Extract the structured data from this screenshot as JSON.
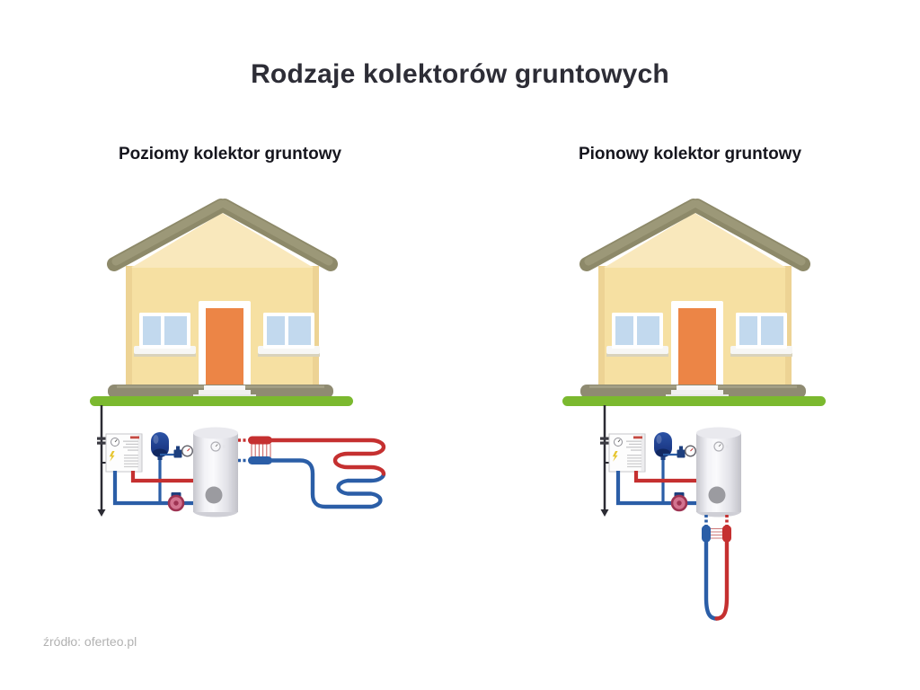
{
  "title": "Rodzaje kolektorów gruntowych",
  "panels": [
    {
      "id": "horizontal",
      "label": "Poziomy kolektor gruntowy",
      "components": [
        "ground-rod",
        "heat-pump-unit",
        "expansion-vessel",
        "pressure-gauge",
        "hot-pipe",
        "cold-pipe",
        "circulation-pump",
        "storage-tank",
        "heat-exchanger",
        "horizontal-ground-loop",
        "house",
        "grass"
      ]
    },
    {
      "id": "vertical",
      "label": "Pionowy kolektor gruntowy",
      "components": [
        "ground-rod",
        "heat-pump-unit",
        "expansion-vessel",
        "pressure-gauge",
        "hot-pipe",
        "cold-pipe",
        "circulation-pump",
        "storage-tank",
        "heat-exchanger",
        "vertical-borehole-loop",
        "house",
        "grass"
      ]
    }
  ],
  "footer": {
    "source": "źródło: oferteo.pl"
  },
  "colors": {
    "pipe_hot": "#c53030",
    "pipe_cold": "#2b5ea7",
    "grass": "#7bb92f",
    "roof": "#94906e",
    "wall": "#f6e0a2",
    "door": "#ec8546",
    "window_glass": "#c2d9ee",
    "expansion_vessel": "#1b3a8c",
    "pump_ring": "#9e3352",
    "title_text": "#2d2d36",
    "credit_text": "#b2b2b2"
  }
}
